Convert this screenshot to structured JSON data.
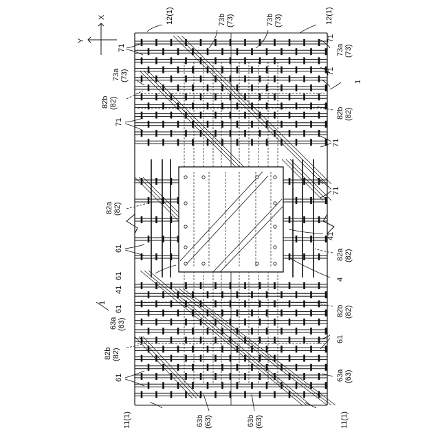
{
  "figure": {
    "axis": {
      "x_label": "X",
      "y_label": "Y"
    },
    "labels": {
      "top_left_ref": "12(1)",
      "top_right_ref": "12(1)",
      "bottom_left_ref": "11(1)",
      "bottom_right_ref": "11(1)",
      "top_center_left_a": "73b",
      "top_center_left_b": "(73)",
      "top_center_right_a": "73b",
      "top_center_right_b": "(73)",
      "bottom_center_left_a": "63b",
      "bottom_center_left_b": "(63)",
      "bottom_center_right_a": "63b",
      "bottom_center_right_b": "(63)",
      "left_71_top": "71",
      "left_73a_a": "73a",
      "left_73a_b": "(73)",
      "left_82b_top_a": "82b",
      "left_82b_top_b": "(82)",
      "left_71_mid": "71",
      "left_82a_a": "82a",
      "left_82a_b": "(82)",
      "left_61_top": "61",
      "left_61_41_a": "61",
      "left_61_41_b": "41",
      "left_61_low": "61",
      "left_1": "1",
      "left_63a_a": "63a",
      "left_63a_b": "(63)",
      "left_82b_bot_a": "82b",
      "left_82b_bot_b": "(82)",
      "left_61_bottom": "61",
      "right_71_top": "71",
      "right_73a_a": "73a",
      "right_73a_b": "(73)",
      "right_71_second": "71",
      "right_1": "1",
      "right_82b_top_a": "82b",
      "right_82b_top_b": "(82)",
      "right_71_mid": "71",
      "right_71_low": "71",
      "right_82a_41_a": "82a",
      "right_82a_41_b": "(82)",
      "right_41": "41",
      "right_4": "4",
      "right_82b_bot_a": "82b",
      "right_82b_bot_b": "(82)",
      "right_61": "61",
      "right_63a_a": "63a",
      "right_63a_b": "(63)"
    }
  }
}
